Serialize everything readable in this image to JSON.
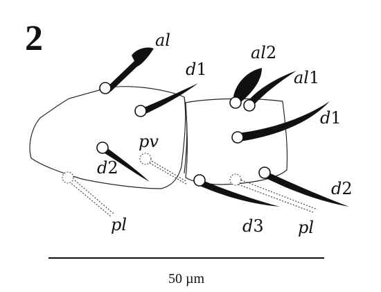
{
  "figure": {
    "number": "2",
    "scale_bar_label": "50 µm"
  },
  "labels": {
    "seg1_al": "al",
    "seg1_d1": "d1",
    "seg1_d2": "d2",
    "seg1_pv": "pv",
    "seg1_pl": "pl",
    "seg2_al2": "al2",
    "seg2_al1": "al1",
    "seg2_d1": "d1",
    "seg2_d2": "d2",
    "seg2_d3": "d3",
    "seg2_pl": "pl"
  }
}
